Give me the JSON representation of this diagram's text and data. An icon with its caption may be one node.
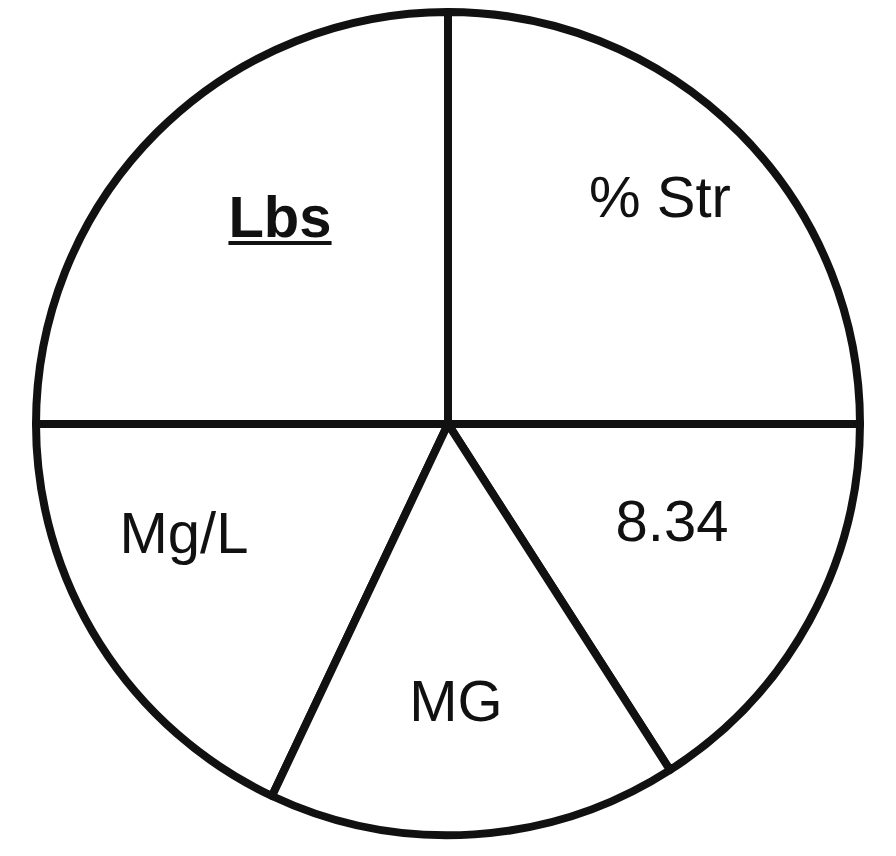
{
  "diagram": {
    "nodes": [
      {
        "text": [
          "Lbs"
        ]
      },
      {
        "text": [
          "% Str"
        ]
      },
      {
        "text": [
          "Mg/L"
        ]
      },
      {
        "text": [
          "8.34"
        ]
      },
      {
        "text": [
          "MG"
        ]
      }
    ]
  }
}
